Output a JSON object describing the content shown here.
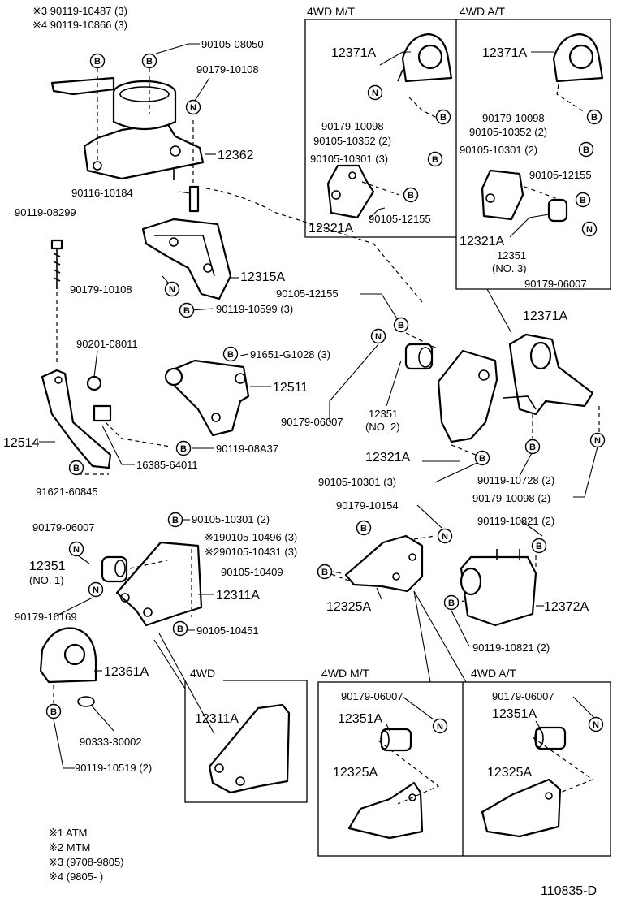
{
  "diagram": {
    "doc_code": "110835-D",
    "top_left": {
      "line1": "※3 90119-10487 (3)",
      "line2": "※4 90119-10866 (3)",
      "p90105_08050": "90105-08050",
      "p90179_10108_a": "90179-10108",
      "p12362": "12362",
      "p90116_10184": "90116-10184",
      "p90119_08299": "90119-08299",
      "p12315A": "12315A",
      "p90179_10108_b": "90179-10108",
      "p90119_10599": "90119-10599 (3)",
      "p90201_08011": "90201-08011",
      "p91651_G1028": "91651-G1028 (3)",
      "p12511": "12511",
      "p12514": "12514",
      "p90119_08A37": "90119-08A37",
      "p16385_64011": "16385-64011",
      "p91621_60845": "91621-60845"
    },
    "box_4wd_mt_top": {
      "header": "4WD  M/T",
      "p12371A": "12371A",
      "p90179_10098": "90179-10098",
      "p90105_10352": "90105-10352 (2)",
      "p90105_10301": "90105-10301 (3)",
      "p12321A": "12321A",
      "p90105_12155": "90105-12155"
    },
    "box_4wd_at_top": {
      "header": "4WD  A/T",
      "p12371A": "12371A",
      "p90179_10098": "90179-10098",
      "p90105_10352": "90105-10352 (2)",
      "p90105_10301": "90105-10301 (2)",
      "p90105_12155": "90105-12155",
      "p12321A": "12321A",
      "p12351": "12351",
      "p12351_no": "(NO. 3)",
      "p90179_06007": "90179-06007"
    },
    "middle": {
      "p90105_12155": "90105-12155",
      "p12371A": "12371A",
      "p90179_06007": "90179-06007",
      "p12351": "12351",
      "p12351_no": "(NO. 2)",
      "p12321A": "12321A",
      "p90105_10301": "90105-10301 (3)",
      "p90119_10728": "90119-10728 (2)",
      "p90179_10098": "90179-10098 (2)"
    },
    "lower": {
      "p90179_06007": "90179-06007",
      "p90105_10301": "90105-10301 (2)",
      "p90105_10496": "※190105-10496 (3)",
      "p90105_10431": "※290105-10431 (3)",
      "p12351": "12351",
      "p12351_no": "(NO. 1)",
      "p12311A": "12311A",
      "p90179_10169": "90179-10169",
      "p90105_10451": "90105-10451",
      "p12361A": "12361A",
      "p90333_30002": "90333-30002",
      "p90119_10519": "90119-10519 (2)",
      "p90179_10154": "90179-10154",
      "p90105_10409": "90105-10409",
      "p12325A": "12325A",
      "p90119_10821_a": "90119-10821 (2)",
      "p12372A": "12372A",
      "p90119_10821_b": "90119-10821 (2)"
    },
    "box_4wd_lower": {
      "header": "4WD",
      "p12311A": "12311A"
    },
    "box_4wd_mt_bottom": {
      "header": "4WD  M/T",
      "p90179_06007": "90179-06007",
      "p12351A": "12351A",
      "p12325A": "12325A"
    },
    "box_4wd_at_bottom": {
      "header": "4WD  A/T",
      "p90179_06007": "90179-06007",
      "p12351A": "12351A",
      "p12325A": "12325A"
    },
    "legend": {
      "l1": "※1 ATM",
      "l2": "※2 MTM",
      "l3": "※3 (9708-9805)",
      "l4": "※4 (9805-        )"
    },
    "markers": {
      "B": "B",
      "N": "N"
    }
  }
}
